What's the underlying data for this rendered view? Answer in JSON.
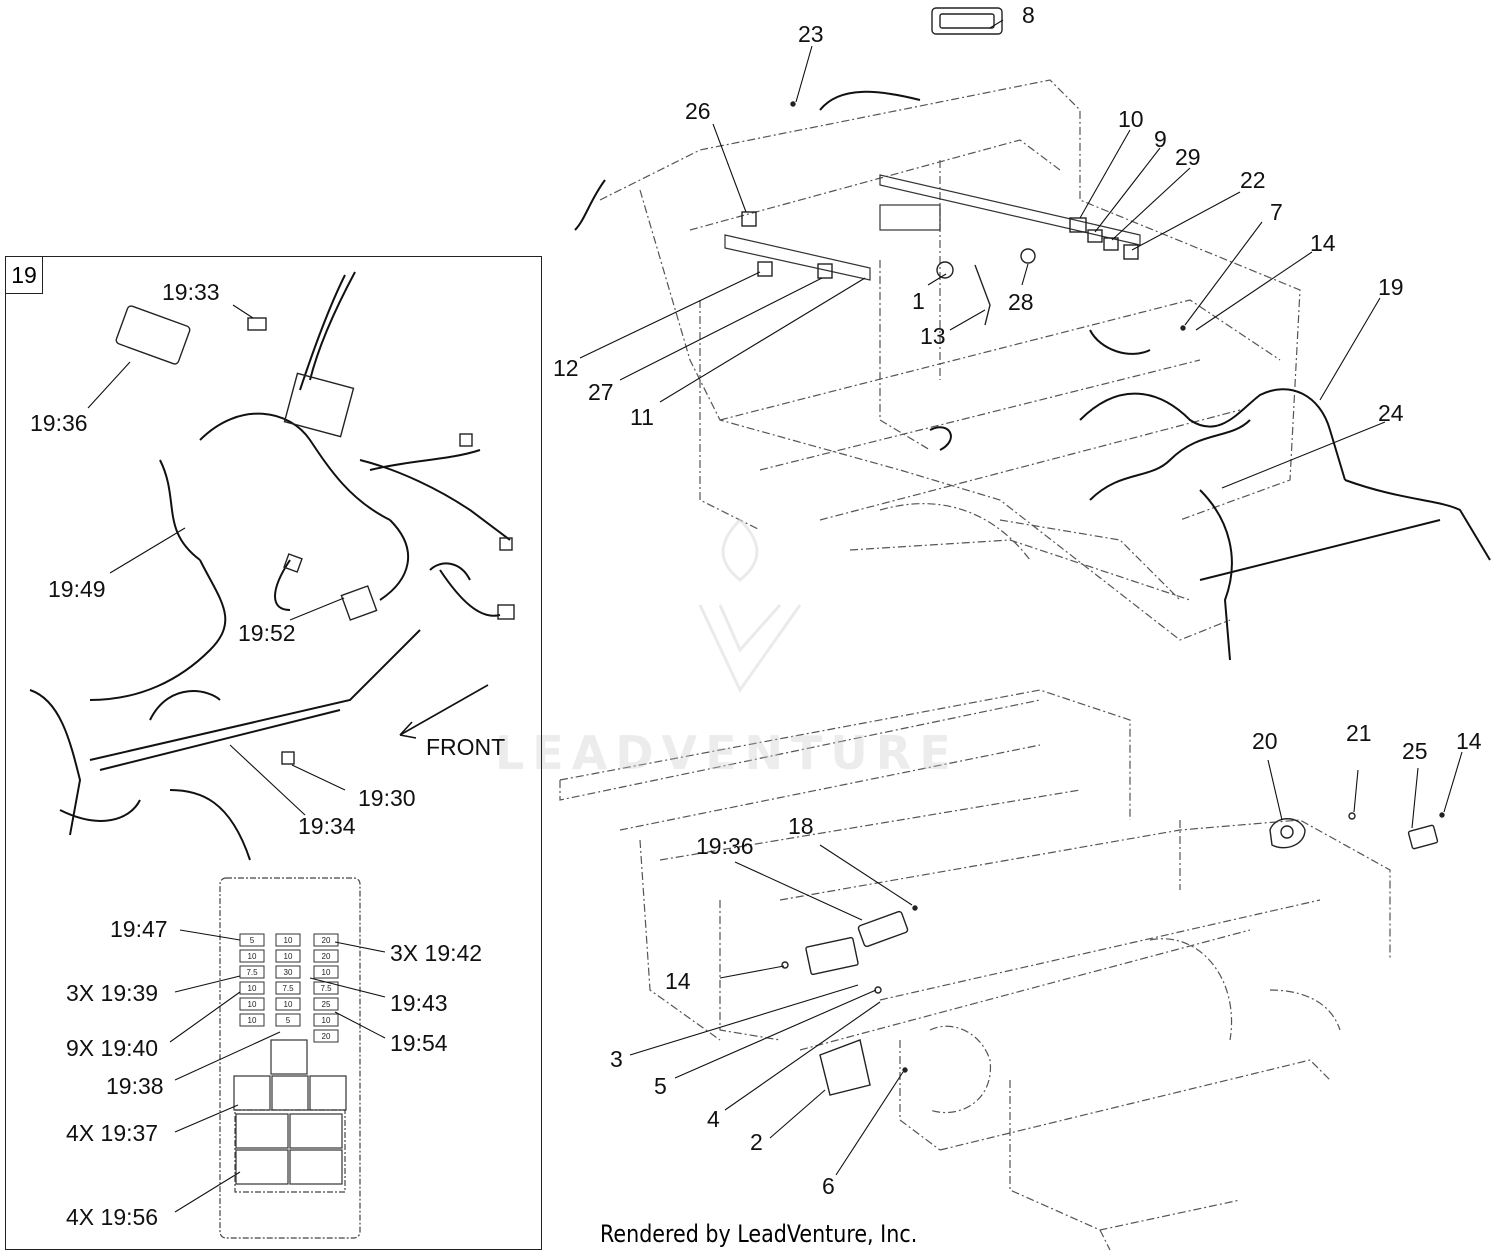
{
  "inset": {
    "tag": "19",
    "callouts": {
      "c1933": "19:33",
      "c1936": "19:36",
      "c1949": "19:49",
      "c1952": "19:52",
      "c1930": "19:30",
      "c1934": "19:34",
      "front": "FRONT"
    },
    "fuse_callouts": {
      "f1947": "19:47",
      "f1942": "3X 19:42",
      "f1939": "3X 19:39",
      "f1943": "19:43",
      "f1940": "9X 19:40",
      "f1954": "19:54",
      "f1938": "19:38",
      "f1937": "4X 19:37",
      "f1956": "4X 19:56"
    },
    "fuse_ratings": {
      "left": [
        "5",
        "10",
        "7.5",
        "10",
        "10",
        "10"
      ],
      "middle": [
        "10",
        "10",
        "30",
        "7.5",
        "10",
        "5"
      ],
      "right": [
        "20",
        "20",
        "10",
        "7.5",
        "25",
        "10",
        "20"
      ]
    }
  },
  "top_view": {
    "callouts": {
      "c8": "8",
      "c23": "23",
      "c26": "26",
      "c10": "10",
      "c9": "9",
      "c29": "29",
      "c22": "22",
      "c7": "7",
      "c14a": "14",
      "c19": "19",
      "c24": "24",
      "c1": "1",
      "c28": "28",
      "c13": "13",
      "c12": "12",
      "c27": "27",
      "c11": "11"
    }
  },
  "bottom_view": {
    "callouts": {
      "c20": "20",
      "c21": "21",
      "c25": "25",
      "c14b": "14",
      "c18": "18",
      "c1936": "19:36",
      "c14c": "14",
      "c3": "3",
      "c5": "5",
      "c4": "4",
      "c2": "2",
      "c6": "6"
    }
  },
  "footer": "Rendered by LeadVenture, Inc.",
  "watermark": "LEADVENTURE"
}
